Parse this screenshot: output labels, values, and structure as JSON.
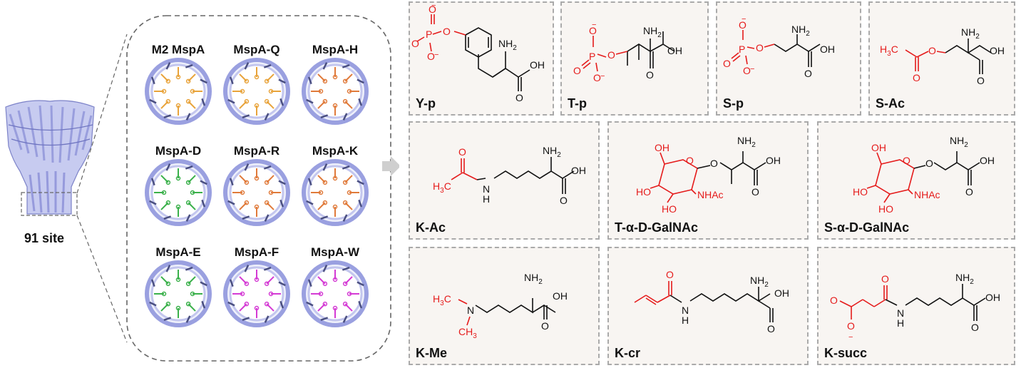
{
  "structure_label": "91 site",
  "pores": [
    {
      "label": "M2 MspA",
      "color": "#e8a33a"
    },
    {
      "label": "MspA-Q",
      "color": "#e8a33a"
    },
    {
      "label": "MspA-H",
      "color": "#e07a3a"
    },
    {
      "label": "MspA-D",
      "color": "#3ab04a"
    },
    {
      "label": "MspA-R",
      "color": "#e07a3a"
    },
    {
      "label": "MspA-K",
      "color": "#e07a3a"
    },
    {
      "label": "MspA-E",
      "color": "#3ab04a"
    },
    {
      "label": "MspA-F",
      "color": "#d43ad4"
    },
    {
      "label": "MspA-W",
      "color": "#d43ad4"
    }
  ],
  "modifications": [
    {
      "label": "Y-p"
    },
    {
      "label": "T-p"
    },
    {
      "label": "S-p"
    },
    {
      "label": "S-Ac"
    },
    {
      "label": "K-Ac"
    },
    {
      "label": "T-α-D-GalNAc"
    },
    {
      "label": "S-α-D-GalNAc"
    },
    {
      "label": "K-Me"
    },
    {
      "label": "K-cr"
    },
    {
      "label": "K-succ"
    }
  ],
  "chem": {
    "nh2": "NH",
    "two": "2",
    "oh": "OH",
    "o": "O",
    "o_minus": "O",
    "minus": "−",
    "p": "P",
    "n": "N",
    "h": "H",
    "nh": "NH",
    "h3c": "H",
    "three": "3",
    "c": "C",
    "ch3": "CH",
    "ho": "HO",
    "nhac": "NHAc"
  },
  "colors": {
    "modification_red": "#e51b1b",
    "protein": "#9aa0e0",
    "card_bg": "#f8f5f2",
    "dash": "#aaaaaa"
  }
}
